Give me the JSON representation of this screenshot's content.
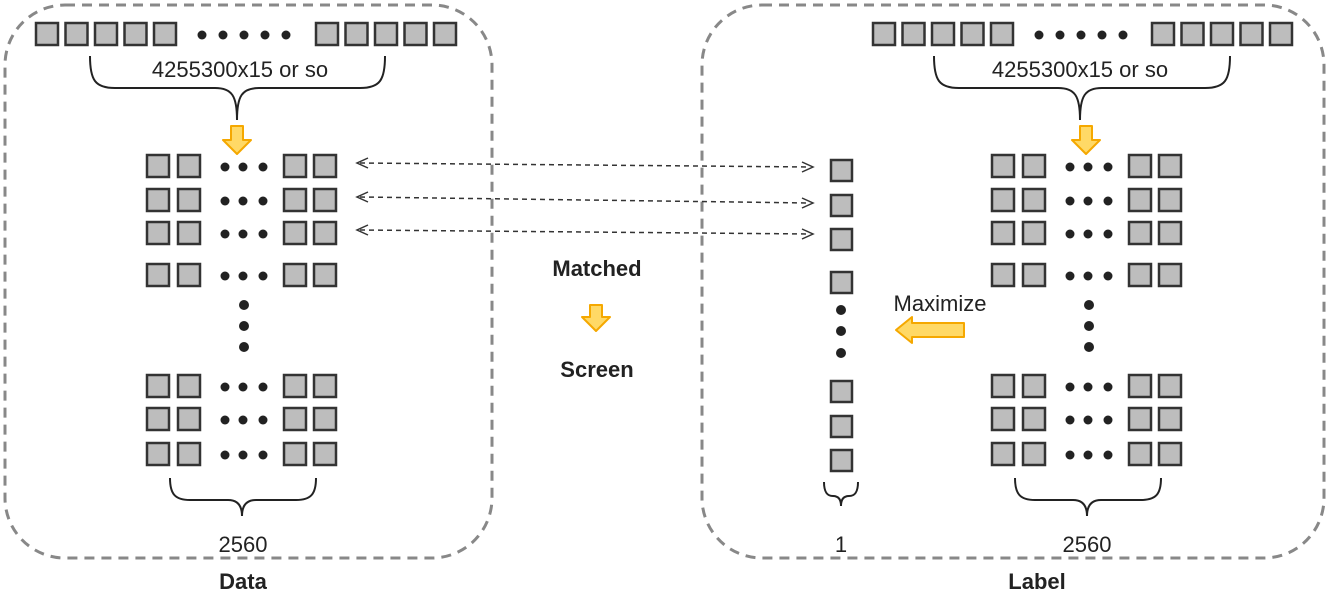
{
  "panels": {
    "data": {
      "caption": "Data",
      "top_brace_label": "4255300x15 or so",
      "bottom_brace_label": "2560"
    },
    "label": {
      "caption": "Label",
      "top_brace_label": "4255300x15 or so",
      "bottom_brace_label": "2560"
    }
  },
  "middle": {
    "matched": "Matched",
    "screen": "Screen"
  },
  "column": {
    "bottom_label": "1"
  },
  "maximize_label": "Maximize",
  "colors": {
    "cell_fill": "#bdbdbd",
    "cell_stroke": "#333333",
    "dot": "#222222",
    "dashed_border": "#888888",
    "arrow_fill": "#ffd966",
    "arrow_stroke": "#f5a800"
  }
}
